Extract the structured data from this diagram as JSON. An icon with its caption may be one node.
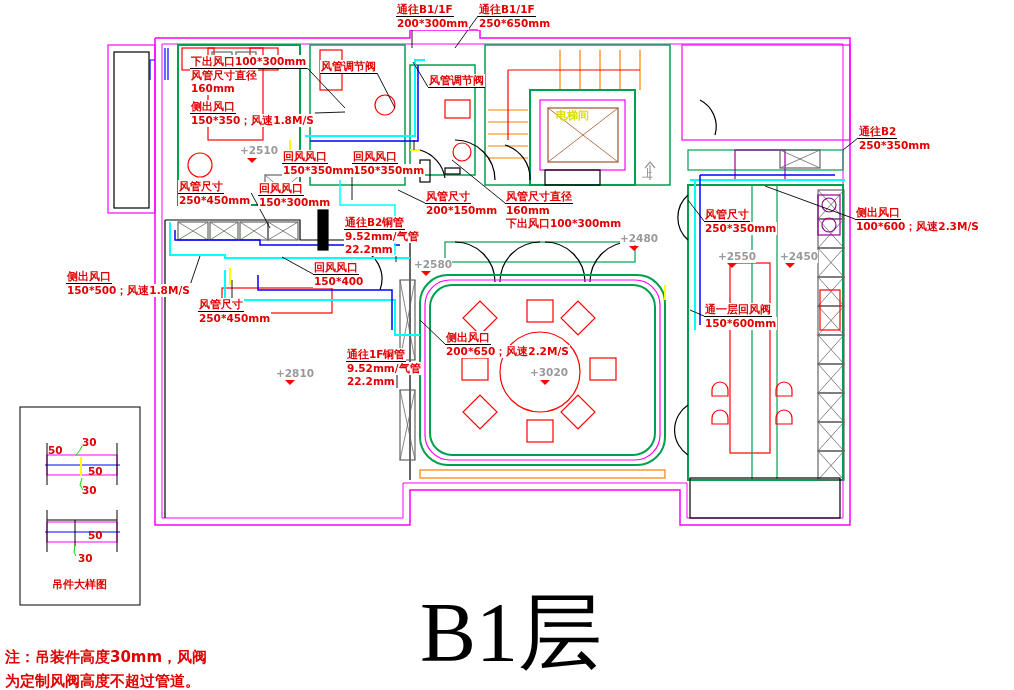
{
  "diagram": {
    "title": "B1层",
    "nodes": [
      {
        "text": [
          "下出风口100*300mm",
          "风管尺寸直径",
          "160mm"
        ]
      },
      {
        "text": [
          "侧出风口",
          "150*350；风速1.8M/S"
        ]
      },
      {
        "text": [
          "风管调节阀"
        ]
      },
      {
        "text": [
          "风管调节阀"
        ]
      },
      {
        "text": [
          "回风风口",
          "150*350mm"
        ]
      },
      {
        "text": [
          "回风风口",
          "150*350mm"
        ]
      },
      {
        "text": [
          "风管尺寸",
          "250*450mm"
        ]
      },
      {
        "text": [
          "回风风口",
          "150*300mm"
        ]
      },
      {
        "text": [
          "通往B2铜管",
          "9.52mm/气管",
          "22.2mm"
        ]
      },
      {
        "text": [
          "风管尺寸",
          "200*150mm"
        ]
      },
      {
        "text": [
          "风管尺寸直径",
          "160mm",
          "下出风口100*300mm"
        ]
      },
      {
        "text": [
          "通往B1/1F",
          "200*300mm"
        ]
      },
      {
        "text": [
          "通往B1/1F",
          "250*650mm"
        ]
      },
      {
        "text": [
          "通往B2",
          "250*350mm"
        ]
      },
      {
        "text": [
          "侧出风口",
          "100*600；风速2.3M/S"
        ]
      },
      {
        "text": [
          "风管尺寸",
          "250*350mm"
        ]
      },
      {
        "text": [
          "通一层回风阀",
          "150*600mm"
        ]
      },
      {
        "text": [
          "侧出风口",
          "150*500；风速1.8M/S"
        ]
      },
      {
        "text": [
          "回风风口",
          "150*400"
        ]
      },
      {
        "text": [
          "风管尺寸",
          "250*450mm"
        ]
      },
      {
        "text": [
          "通往1F铜管",
          "9.52mm/气管",
          "22.2mm"
        ]
      },
      {
        "text": [
          "侧出风口",
          "200*650；风速2.2M/S"
        ]
      }
    ],
    "edges": [
      {
        "from": 0,
        "to": null,
        "arrow": "none"
      },
      {
        "from": 1,
        "to": null,
        "arrow": "none"
      },
      {
        "from": 2,
        "to": null,
        "arrow": "none"
      },
      {
        "from": 3,
        "to": null,
        "arrow": "none"
      },
      {
        "from": 4,
        "to": null,
        "arrow": "none"
      },
      {
        "from": 5,
        "to": null,
        "arrow": "none"
      },
      {
        "from": 6,
        "to": null,
        "arrow": "none"
      },
      {
        "from": 8,
        "to": null,
        "arrow": "none"
      },
      {
        "from": 9,
        "to": null,
        "arrow": "none"
      },
      {
        "from": 10,
        "to": null,
        "arrow": "none"
      },
      {
        "from": 11,
        "to": null,
        "arrow": "none"
      },
      {
        "from": 12,
        "to": null,
        "arrow": "none"
      },
      {
        "from": 13,
        "to": null,
        "arrow": "none"
      },
      {
        "from": 14,
        "to": null,
        "arrow": "none"
      },
      {
        "from": 15,
        "to": null,
        "arrow": "none"
      },
      {
        "from": 16,
        "to": null,
        "arrow": "none"
      },
      {
        "from": 17,
        "to": null,
        "arrow": "none"
      },
      {
        "from": 18,
        "to": null,
        "arrow": "none"
      },
      {
        "from": 19,
        "to": null,
        "arrow": "none"
      },
      {
        "from": 20,
        "to": null,
        "arrow": "none"
      },
      {
        "from": 21,
        "to": null,
        "arrow": "none"
      }
    ],
    "labels": [
      "+2510",
      "+2480",
      "电梯间",
      "上",
      "+2550",
      "+2450",
      "+2580",
      "+2810",
      "+3020",
      "50",
      "30",
      "50",
      "30",
      "50",
      "30",
      "吊件大样图",
      "注：吊装件高度30mm，风阀为定制风阀高度不超过管道。"
    ]
  }
}
